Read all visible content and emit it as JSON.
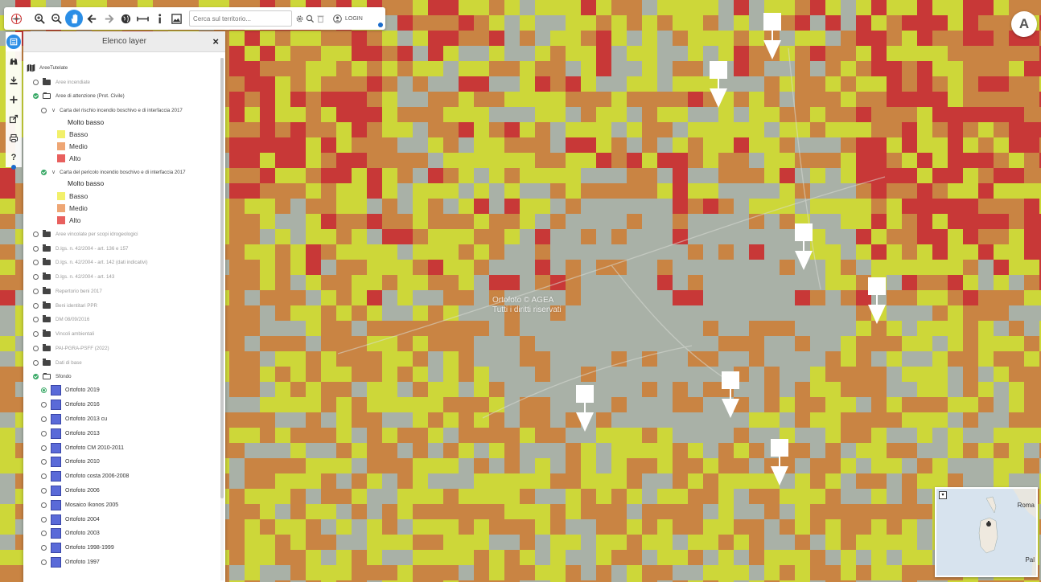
{
  "toolbar": {
    "search_placeholder": "Cerca sul territorio...",
    "login_label": "LOGIN",
    "icons": [
      "compass-rose-icon",
      "zoom-in-icon",
      "zoom-out-icon",
      "pan-hand-icon",
      "back-arrow-icon",
      "forward-arrow-icon",
      "globe-icon",
      "measure-icon",
      "info-icon",
      "image-icon",
      "gear-icon",
      "search-icon",
      "trash-icon",
      "user-icon"
    ]
  },
  "sidebar_tools": {
    "icons": [
      "layers-icon",
      "binoculars-icon",
      "download-icon",
      "plus-icon",
      "share-icon",
      "print-icon",
      "help-icon"
    ],
    "help_label": "?"
  },
  "panel": {
    "title": "Elenco layer",
    "close_label": "×",
    "root_label": "AreeTutelate",
    "group1": "Aree incendiate",
    "group2": "Aree di attenzione (Prot. Civile)",
    "sub1": "Carta del rischio incendio boschivo e di interfaccia 2017",
    "sub2": "Carta del pericolo incendio boschivo e di interfaccia 2017",
    "legend1": {
      "title": "Molto basso",
      "items": [
        "Basso",
        "Medio",
        "Alto"
      ]
    },
    "legend2": {
      "title": "Molto basso",
      "items": [
        "Basso",
        "Medio",
        "Alto"
      ]
    },
    "legend_colors": [
      "#f2f06a",
      "#eea674",
      "#e8605e"
    ],
    "groups_rest": [
      "Aree vincolate per scopi idrogeologici",
      "D.lgs. n. 42/2004 - art. 136 e 157",
      "D.lgs. n. 42/2004 - art. 142 (dati indicativi)",
      "D.lgs. n. 42/2004 - art. 143",
      "Repertorio beni 2017",
      "Beni identitari PPR",
      "DM 08/09/2016",
      "Vincoli ambientali",
      "PAI-PGRA-PSFF (2022)",
      "Dati di base"
    ],
    "sfondo_label": "Sfondo",
    "ortofoto": [
      "Ortofoto 2019",
      "Ortofoto 2016",
      "Ortofoto 2013 cu",
      "Ortofoto 2013",
      "Ortofoto CM 2010-2011",
      "Ortofoto 2010",
      "Ortofoto costa 2006-2008",
      "Ortofoto 2006",
      "Mosaico Ikonos 2005",
      "Ortofoto 2004",
      "Ortofoto 2003",
      "Ortofoto 1998-1999",
      "Ortofoto 1997"
    ]
  },
  "map": {
    "attribution_line1": "Ortofoto © AGEA",
    "attribution_line2": "Tutti i diritti riservati",
    "hazard_colors": {
      "gray": "#a9b2a8",
      "yellow": "#d2dc2e",
      "orange": "#cd8038",
      "red": "#cc2b2b"
    },
    "north_label": "A"
  },
  "minimap": {
    "label_roma": "Roma",
    "label_pal": "Pal"
  }
}
